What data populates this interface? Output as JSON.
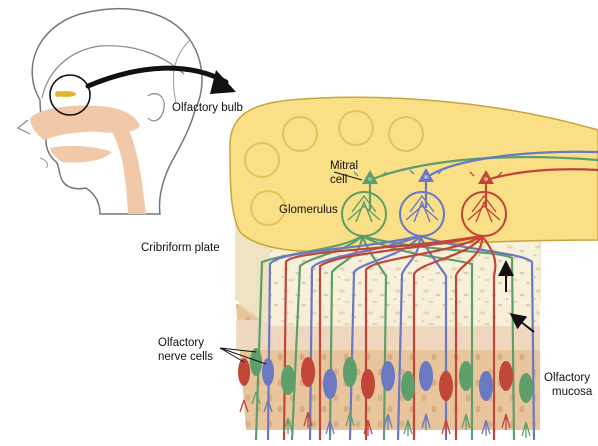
{
  "labels": {
    "olfactory_bulb": "Olfactory bulb",
    "mitral_cell_1": "Mitral",
    "mitral_cell_2": "cell",
    "glomerulus": "Glomerulus",
    "cribriform_plate": "Cribriform plate",
    "nerve_cells_1": "Olfactory",
    "nerve_cells_2": "nerve cells",
    "mucosa_1": "Olfactory",
    "mucosa_2": "mucosa"
  },
  "colors": {
    "bulb_fill": "#f9df86",
    "bulb_stroke": "#c9a43a",
    "bone_fill": "#f7f1dc",
    "mucosa_fill": "#e9c9a3",
    "skin_fill": "#f1c9a8",
    "green_neuron": "#5e9e6a",
    "blue_neuron": "#6b78c2",
    "red_neuron": "#c24638",
    "arrow": "#111111"
  }
}
